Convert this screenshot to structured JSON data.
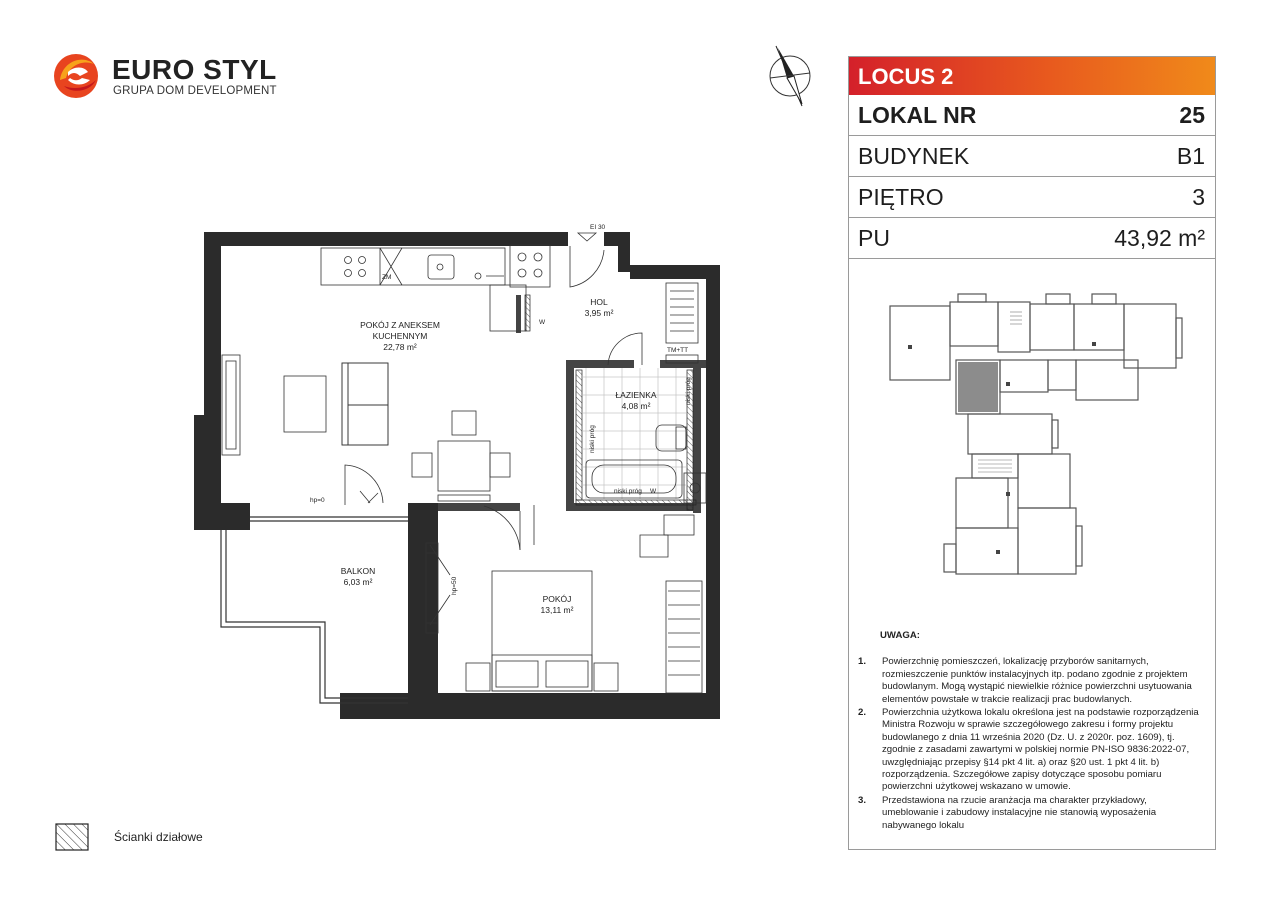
{
  "logo": {
    "brand": "EURO STYL",
    "subtitle": "GRUPA DOM DEVELOPMENT"
  },
  "info": {
    "project": "LOCUS 2",
    "rows": [
      {
        "label": "LOKAL NR",
        "value": "25"
      },
      {
        "label": "BUDYNEK",
        "value": "B1"
      },
      {
        "label": "PIĘTRO",
        "value": "3"
      },
      {
        "label": "PU",
        "value": "43,92 m²"
      }
    ]
  },
  "colors": {
    "brand_red": "#d4202a",
    "brand_orange": "#f08a1a",
    "wall": "#2b2b2b",
    "highlight": "#8c8c8c"
  },
  "rooms": {
    "living": {
      "name1": "POKÓJ Z ANEKSEM",
      "name2": "KUCHENNYM",
      "area": "22,78 m²"
    },
    "hall": {
      "name": "HOL",
      "area": "3,95 m²"
    },
    "bathroom": {
      "name": "ŁAZIENKA",
      "area": "4,08 m²"
    },
    "bedroom": {
      "name": "POKÓJ",
      "area": "13,11 m²"
    },
    "balcony": {
      "name": "BALKON",
      "area": "6,03 m²"
    }
  },
  "plan_labels": {
    "door_rating": "EI 30",
    "zm": "ZM",
    "w_kitchen": "W",
    "tm_tt": "TM+TT",
    "hp0": "hp=0",
    "hp50": "hp=50",
    "niski_prog": "niski próg",
    "w_bath": "W"
  },
  "notes": {
    "title": "UWAGA:",
    "items": [
      {
        "num": "1.",
        "text": "Powierzchnię pomieszczeń, lokalizację przyborów sanitarnych, rozmieszczenie punktów instalacyjnych itp. podano zgodnie z projektem budowlanym. Mogą wystąpić niewielkie różnice powierzchni usytuowania elementów powstałe w trakcie realizacji prac budowlanych."
      },
      {
        "num": "2.",
        "text": "Powierzchnia użytkowa lokalu określona jest na podstawie rozporządzenia Ministra Rozwoju w sprawie szczegółowego zakresu i formy projektu budowlanego z dnia 11 września 2020 (Dz. U. z 2020r. poz. 1609), tj. zgodnie z zasadami zawartymi w polskiej normie PN-ISO 9836:2022-07, uwzględniając przepisy §14 pkt 4 lit. a) oraz §20 ust. 1 pkt 4 lit. b) rozporządzenia. Szczegółowe zapisy dotyczące sposobu pomiaru powierzchni użytkowej wskazano w umowie."
      },
      {
        "num": "3.",
        "text": "Przedstawiona na rzucie aranżacja ma charakter przykładowy, umeblowanie i zabudowy instalacyjne nie stanowią wyposażenia nabywanego lokalu"
      }
    ]
  },
  "legend": {
    "partition_walls": "Ścianki działowe"
  }
}
